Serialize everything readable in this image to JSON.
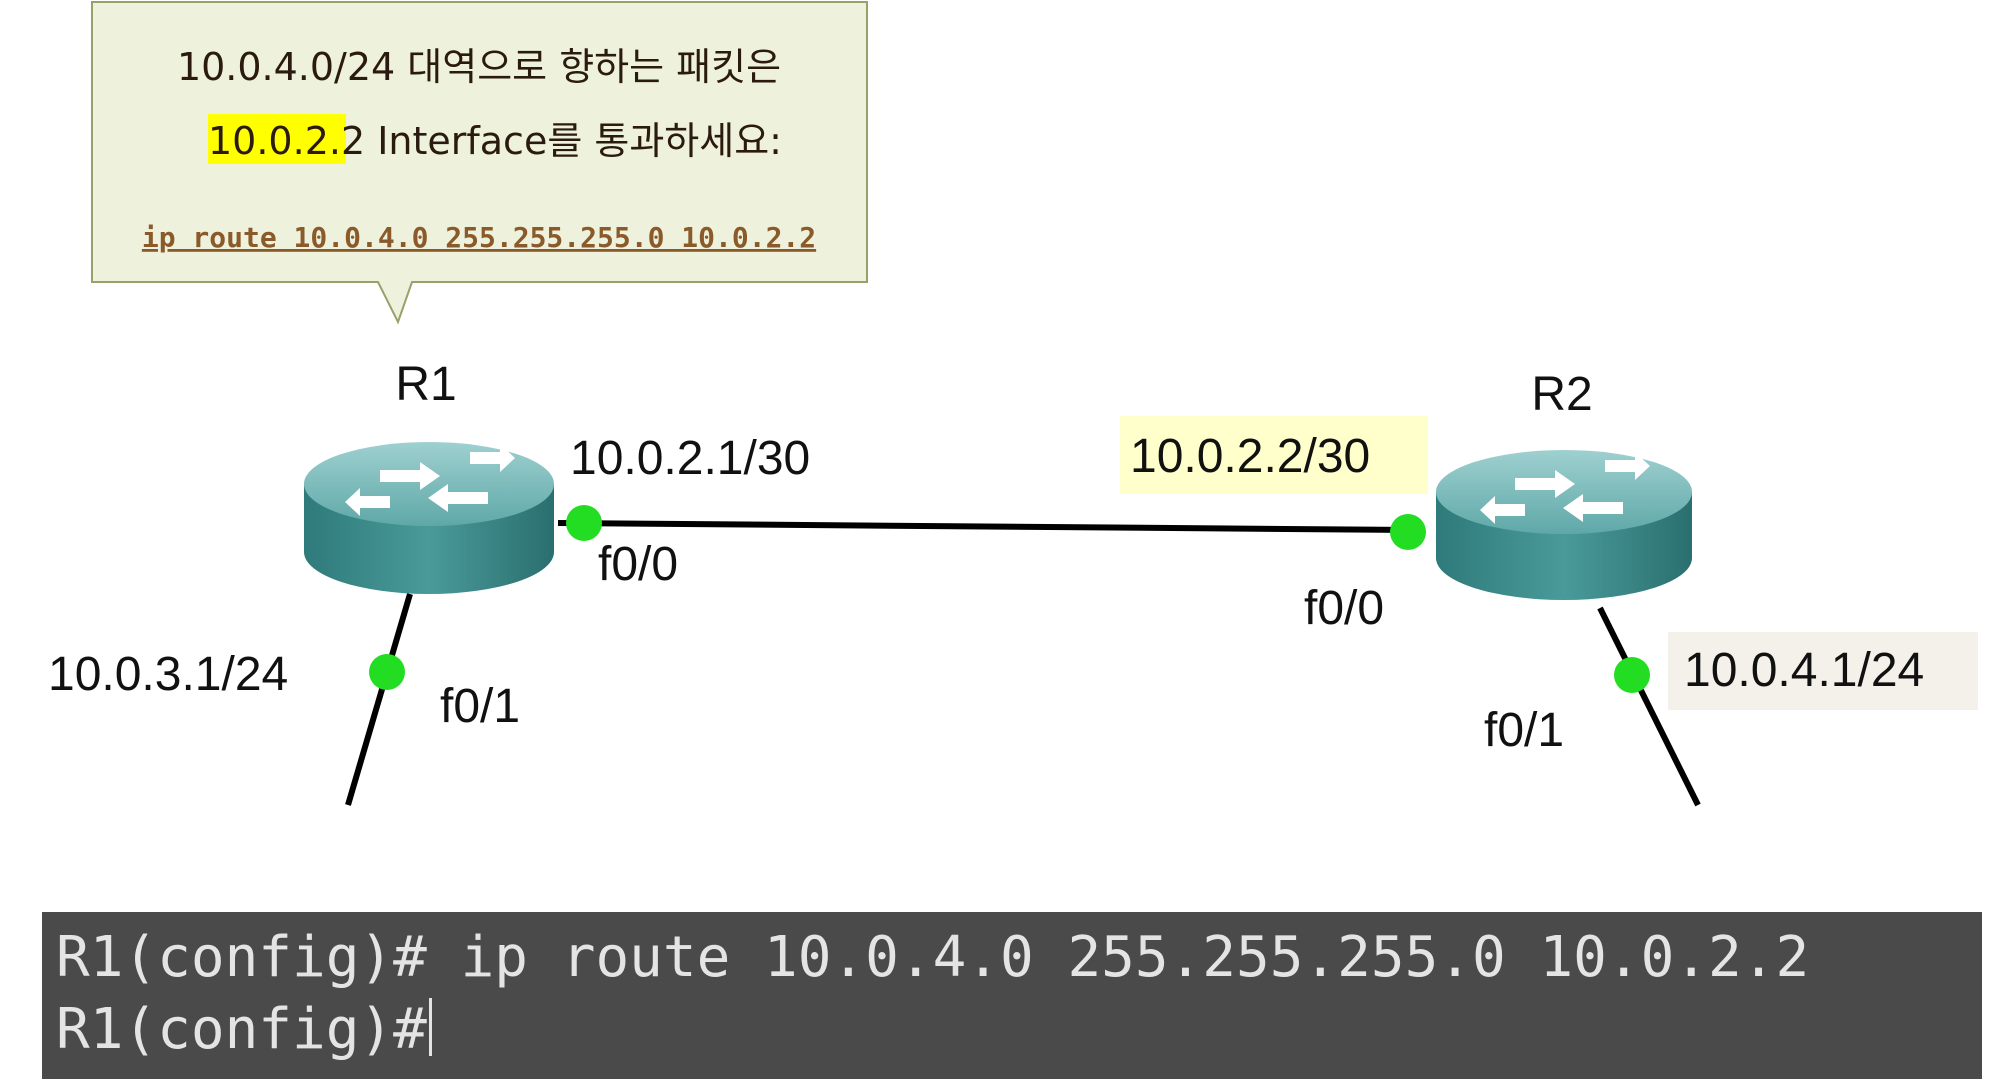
{
  "callout": {
    "line1_net": "10.0.4.0/24",
    "line1_rest": " 대역으로 향하는 패킷은",
    "line2_hop": "10.0.2.2",
    "line2_rest": " Interface를 통과하세요:",
    "command": "ip route 10.0.4.0 255.255.255.0 10.0.2.2"
  },
  "routers": {
    "r1": {
      "name": "R1"
    },
    "r2": {
      "name": "R2"
    }
  },
  "interfaces": {
    "r1_f00": {
      "ip": "10.0.2.1/30",
      "port": "f0/0"
    },
    "r1_f01": {
      "ip": "10.0.3.1/24",
      "port": "f0/1"
    },
    "r2_f00": {
      "ip": "10.0.2.2/30",
      "port": "f0/0"
    },
    "r2_f01": {
      "ip": "10.0.4.1/24",
      "port": "f0/1"
    }
  },
  "terminal": {
    "line1": "R1(config)# ip route 10.0.4.0 255.255.255.0 10.0.2.2",
    "line2": "R1(config)#"
  },
  "colors": {
    "callout_bg": "#eef2dc",
    "callout_border": "#9aa06a",
    "highlight_yellow": "#ffff00",
    "label_highlight": "#ffffcc",
    "label_highlight_beige": "#f4f0ea",
    "router_body": "#3f8f8f",
    "link_dot": "#22dd22",
    "terminal_bg": "#4a4a4a"
  }
}
